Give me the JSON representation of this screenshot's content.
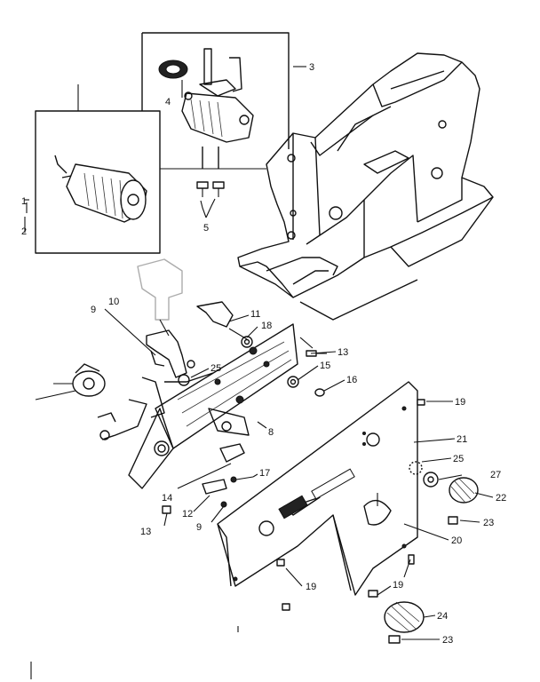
{
  "callouts": [
    {
      "id": "c1",
      "text": "1"
    },
    {
      "id": "c2",
      "text": "2"
    },
    {
      "id": "c3",
      "text": "3"
    },
    {
      "id": "c4",
      "text": "4"
    },
    {
      "id": "c5",
      "text": "5"
    },
    {
      "id": "c8",
      "text": "8"
    },
    {
      "id": "c9a",
      "text": "9"
    },
    {
      "id": "c9b",
      "text": "9"
    },
    {
      "id": "c10",
      "text": "10"
    },
    {
      "id": "c11",
      "text": "11"
    },
    {
      "id": "c12",
      "text": "12"
    },
    {
      "id": "c13a",
      "text": "13"
    },
    {
      "id": "c13b",
      "text": "13"
    },
    {
      "id": "c14",
      "text": "14"
    },
    {
      "id": "c15",
      "text": "15"
    },
    {
      "id": "c16",
      "text": "16"
    },
    {
      "id": "c17",
      "text": "17"
    },
    {
      "id": "c18",
      "text": "18"
    },
    {
      "id": "c19a",
      "text": "19"
    },
    {
      "id": "c19b",
      "text": "19"
    },
    {
      "id": "c19c",
      "text": "19"
    },
    {
      "id": "c20",
      "text": "20"
    },
    {
      "id": "c21",
      "text": "21"
    },
    {
      "id": "c22",
      "text": "22"
    },
    {
      "id": "c23a",
      "text": "23"
    },
    {
      "id": "c23b",
      "text": "23"
    },
    {
      "id": "c24",
      "text": "24"
    },
    {
      "id": "c25a",
      "text": "25"
    },
    {
      "id": "c25b",
      "text": "25"
    },
    {
      "id": "c27",
      "text": "27"
    }
  ]
}
